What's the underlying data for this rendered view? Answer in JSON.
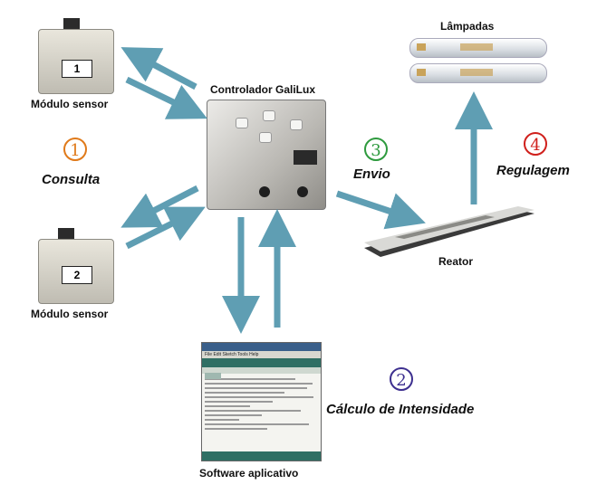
{
  "labels": {
    "sensor1_caption": "Módulo sensor",
    "sensor2_caption": "Módulo sensor",
    "controller": "Controlador GaliLux",
    "lamps": "Lâmpadas",
    "ballast": "Reator",
    "software": "Software aplicativo",
    "sensor1_tag": "1",
    "sensor2_tag": "2"
  },
  "steps": [
    {
      "number": "1",
      "label": "Consulta",
      "color": "#e07a1a"
    },
    {
      "number": "2",
      "label": "Cálculo de Intensidade",
      "color": "#3d2f8f"
    },
    {
      "number": "3",
      "label": "Envio",
      "color": "#2e9a3e"
    },
    {
      "number": "4",
      "label": "Regulagem",
      "color": "#d0201c"
    }
  ],
  "colors": {
    "arrow": "#5f9eb3",
    "arrow_dark": "#3f7f95"
  }
}
